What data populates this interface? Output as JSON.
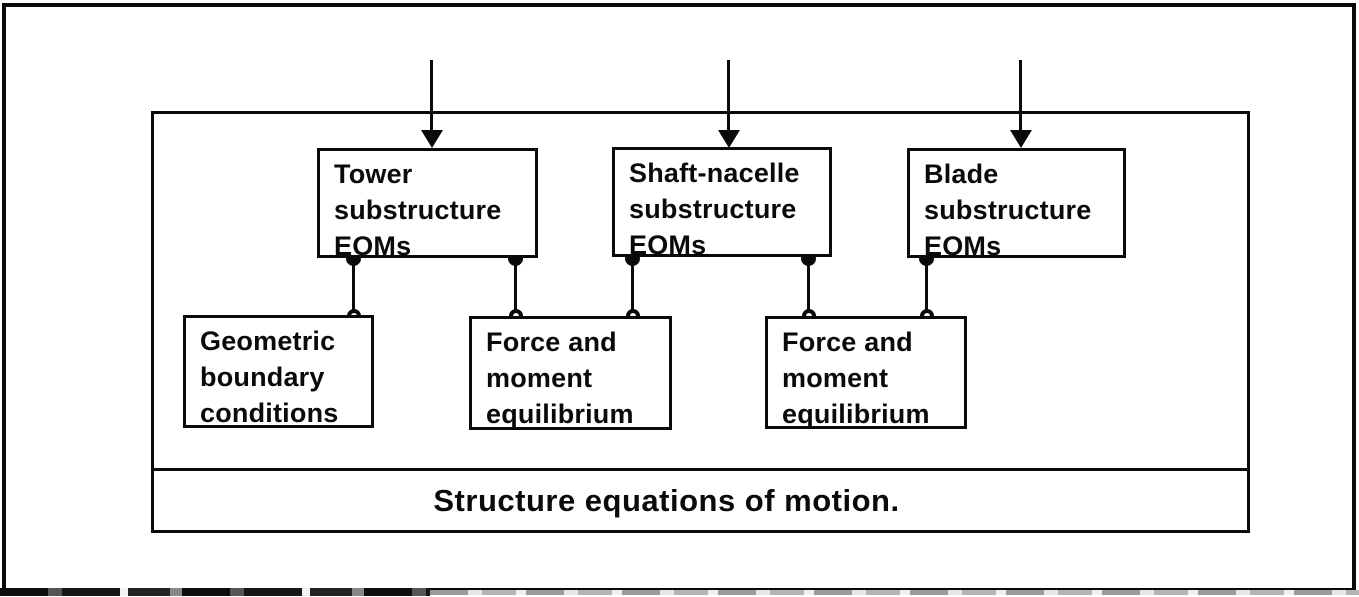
{
  "figure": {
    "type": "block-diagram",
    "container_label": "Structure equations of motion.",
    "top_boxes": [
      {
        "id": "tower-substructure-eoms",
        "label": "Tower\nsubstructure\nEOMs"
      },
      {
        "id": "shaft-nacelle-substructure-eoms",
        "label": "Shaft-nacelle\nsubstructure\nEOMs"
      },
      {
        "id": "blade-substructure-eoms",
        "label": "Blade\nsubstructure\nEOMs"
      }
    ],
    "bottom_boxes": [
      {
        "id": "geometric-boundary-conditions",
        "label": "Geometric\nboundary\nconditions"
      },
      {
        "id": "force-moment-equilibrium-1",
        "label": "Force and\nmoment\nequilibrium"
      },
      {
        "id": "force-moment-equilibrium-2",
        "label": "Force and\nmoment\nequilibrium"
      }
    ],
    "connections": [
      {
        "from": "tower-substructure-eoms",
        "to": "geometric-boundary-conditions"
      },
      {
        "from": "tower-substructure-eoms",
        "to": "force-moment-equilibrium-1"
      },
      {
        "from": "shaft-nacelle-substructure-eoms",
        "to": "force-moment-equilibrium-1"
      },
      {
        "from": "shaft-nacelle-substructure-eoms",
        "to": "force-moment-equilibrium-2"
      },
      {
        "from": "blade-substructure-eoms",
        "to": "force-moment-equilibrium-2"
      }
    ],
    "input_arrow_count": 3,
    "colors": {
      "line": "#0a0a0a",
      "background": "#ffffff"
    }
  }
}
